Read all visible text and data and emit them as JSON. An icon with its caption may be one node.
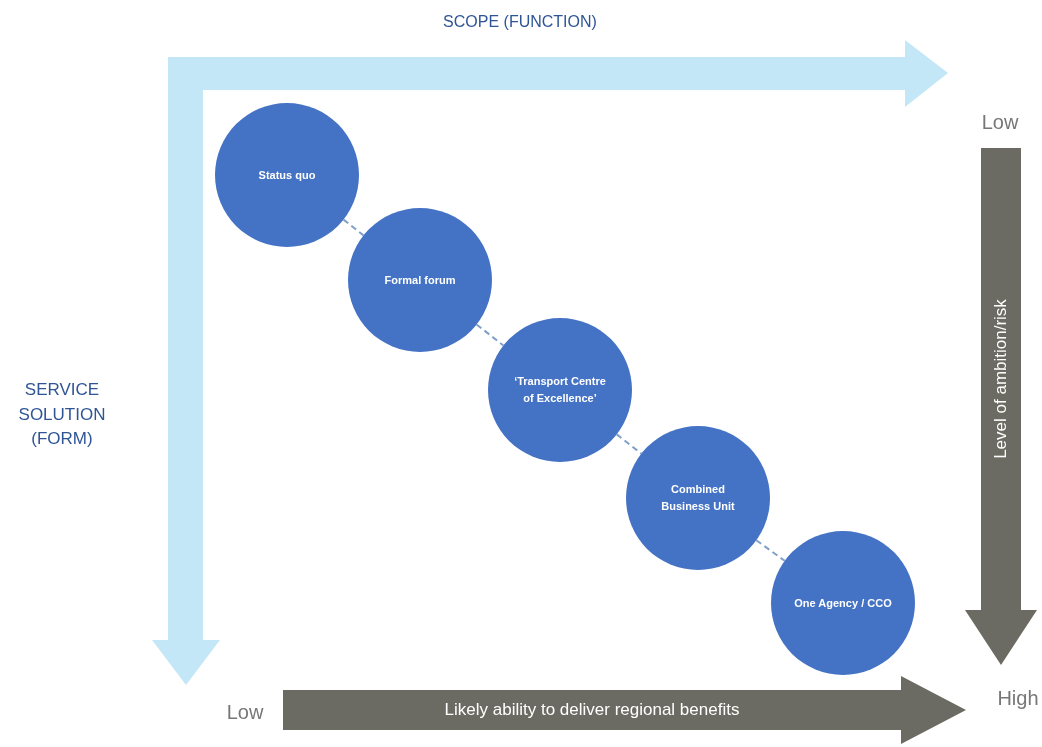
{
  "diagram": {
    "nodes": [
      {
        "text": [
          "Status quo"
        ]
      },
      {
        "text": [
          "Formal forum"
        ]
      },
      {
        "text": [
          "‘Transport Centre of Excellence’"
        ]
      },
      {
        "text": [
          "Combined Business Unit"
        ]
      },
      {
        "text": [
          "One Agency / CCO"
        ]
      },
      {
        "text": [
          "Level of ambition/risk"
        ]
      },
      {
        "text": [
          "Likely ability to deliver regional benefits"
        ]
      }
    ],
    "edges": [
      {
        "from": 0,
        "to": 1,
        "arrow": "none",
        "style": "dashed"
      },
      {
        "from": 1,
        "to": 2,
        "arrow": "none",
        "style": "dashed"
      },
      {
        "from": 2,
        "to": 3,
        "arrow": "none",
        "style": "dashed"
      },
      {
        "from": 3,
        "to": 4,
        "arrow": "none",
        "style": "dashed"
      }
    ],
    "labels": [
      "SCOPE (FUNCTION)",
      "Low",
      "SERVICE SOLUTION (FORM)",
      "Low",
      "High"
    ]
  }
}
